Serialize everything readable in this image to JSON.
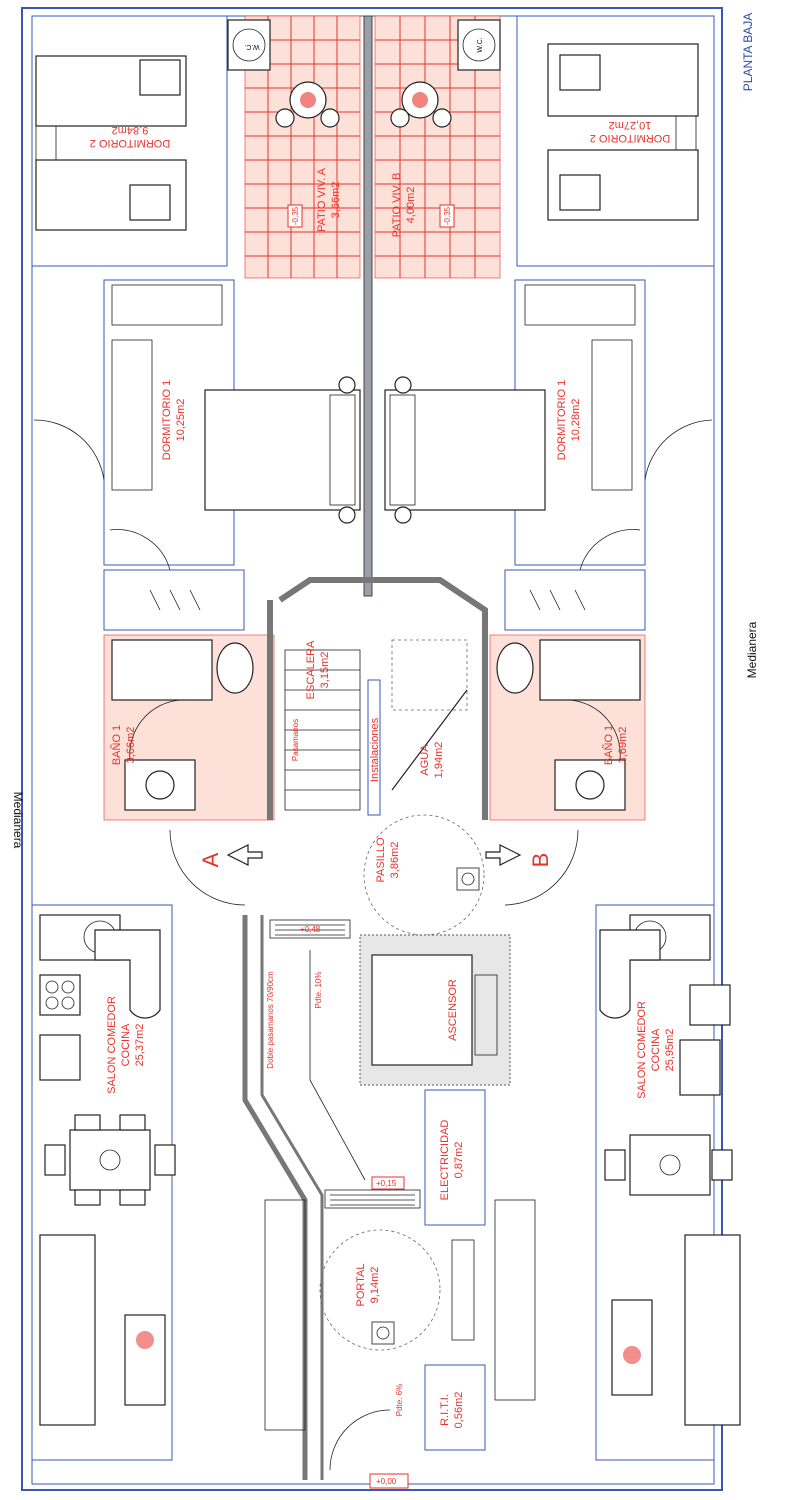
{
  "labels": {
    "planta_baja": "PLANTA BAJA",
    "medianera_right": "Medianera",
    "medianera_left": "Medianera",
    "dorm2_a_name": "DORMITORIO 2",
    "dorm2_a_area": "9,84m2",
    "dorm2_b_name": "DORMITORIO 2",
    "dorm2_b_area": "10,27m2",
    "patio_a_name": "PATIO VIV. A",
    "patio_a_area": "3,66m2",
    "patio_b_name": "PATIO VIV. B",
    "patio_b_area": "4,00m2",
    "patio_level_a": "-0,35",
    "patio_level_b": "-0,35",
    "dorm1_a_name": "DORMITORIO 1",
    "dorm1_a_area": "10,25m2",
    "dorm1_b_name": "DORMITORIO 1",
    "dorm1_b_area": "10,28m2",
    "bano_a_name": "BAÑO 1",
    "bano_a_area": "3,66m2",
    "bano_b_name": "BAÑO 1",
    "bano_b_area": "3,69m2",
    "escalera_name": "ESCALERA",
    "escalera_area": "3,15m2",
    "instalaciones": "Instalaciones",
    "pasamanos_escalera": "Pasamanos",
    "agua_name": "AGUA",
    "agua_area": "1,94m2",
    "pasillo_name": "PASILLO",
    "pasillo_area": "3,86m2",
    "viv_a": "A",
    "viv_b": "B",
    "salon_a_name": "SALON COMEDOR",
    "salon_a_sub": "COCINA",
    "salon_a_area": "25,37m2",
    "salon_b_name": "SALON COMEDOR",
    "salon_b_sub": "COCINA",
    "salon_b_area": "25,95m2",
    "ascensor": "ASCENSOR",
    "doble_pasamanos": "Doble pasamanos 70/90cm",
    "rampa_pdte": "Pdte. 10%",
    "nivel_048": "+0,48",
    "nivel_015": "+0,15",
    "electricidad_name": "ELECTRICIDAD",
    "electricidad_area": "0,87m2",
    "portal_name": "PORTAL",
    "portal_area": "9,14m2",
    "riti_name": "R.I.T.I.",
    "riti_area": "0,56m2",
    "pdte_entrada": "Pdte. 6%",
    "nivel_000": "+0,00",
    "tag_wc_a": "W.C.",
    "tag_wc_b": "W.C."
  },
  "colors": {
    "wall_blue": "#3a57b8",
    "label_red": "#e8322b",
    "tile_pink": "#fde0d8",
    "text_blue": "#2b4fa8"
  }
}
